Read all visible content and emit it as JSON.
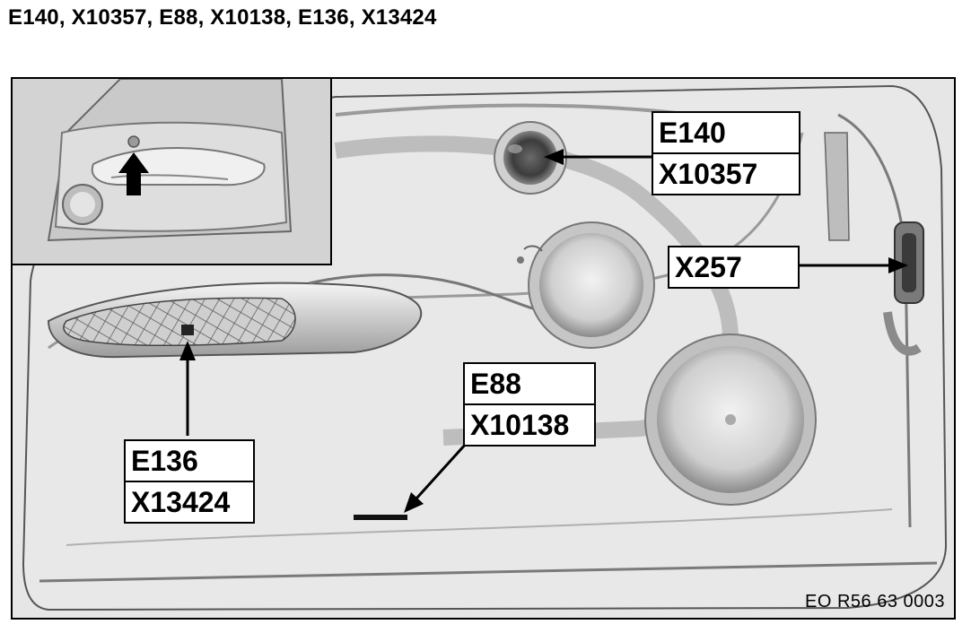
{
  "title": "E140, X10357, E88, X10138, E136, X13424",
  "callouts": {
    "e140_x10357": {
      "top": "E140",
      "bottom": "X10357"
    },
    "x257": {
      "label": "X257"
    },
    "e88_x10138": {
      "top": "E88",
      "bottom": "X10138"
    },
    "e136_x13424": {
      "top": "E136",
      "bottom": "X13424"
    }
  },
  "reference_code": "EO R56 63 0003",
  "colors": {
    "panel_light": "#e6e6e6",
    "panel_mid": "#c8c8c8",
    "panel_dark": "#8c8c8c",
    "line": "#000000"
  }
}
